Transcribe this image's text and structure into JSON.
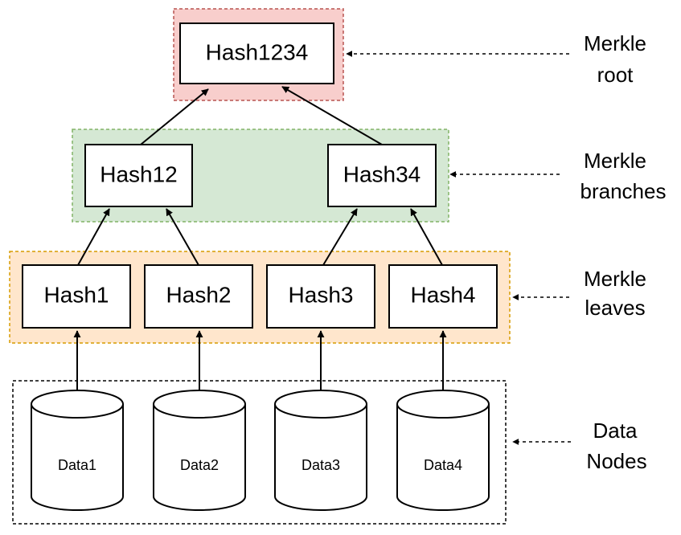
{
  "colors": {
    "root_fill": "#f8cecc",
    "root_border": "#b85450",
    "branches_fill": "#d5e8d4",
    "branches_border": "#82b366",
    "leaves_fill": "#ffe6cc",
    "leaves_border": "#d79b00",
    "stroke": "#000000"
  },
  "root": {
    "node": "Hash1234",
    "label_line1": "Merkle",
    "label_line2": "root"
  },
  "branches": {
    "nodes": [
      "Hash12",
      "Hash34"
    ],
    "label_line1": "Merkle",
    "label_line2": "branches"
  },
  "leaves": {
    "nodes": [
      "Hash1",
      "Hash2",
      "Hash3",
      "Hash4"
    ],
    "label_line1": "Merkle",
    "label_line2": "leaves"
  },
  "data_nodes": {
    "items": [
      "Data1",
      "Data2",
      "Data3",
      "Data4"
    ],
    "label_line1": "Data",
    "label_line2": "Nodes"
  }
}
